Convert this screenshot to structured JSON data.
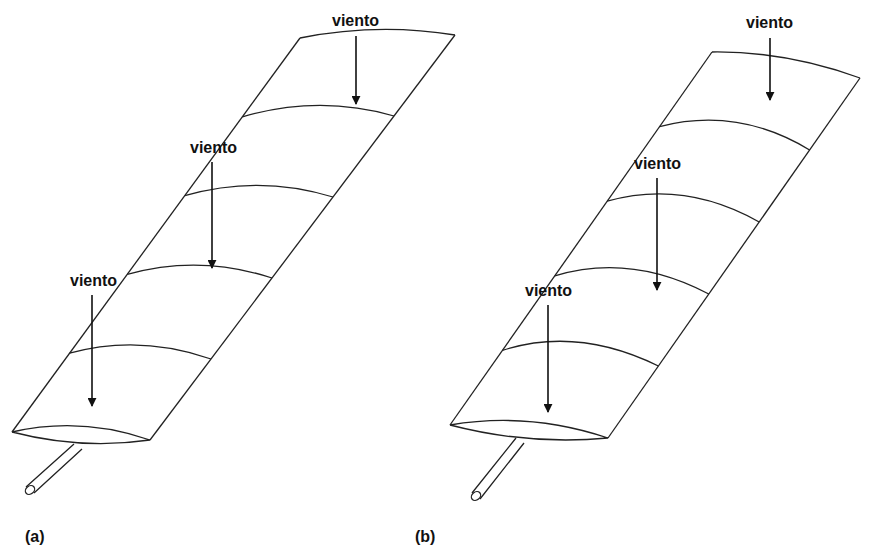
{
  "diagram": {
    "labels": [
      "viento",
      "viento",
      "viento",
      "viento",
      "viento",
      "viento",
      "(a)",
      "(b)"
    ]
  }
}
